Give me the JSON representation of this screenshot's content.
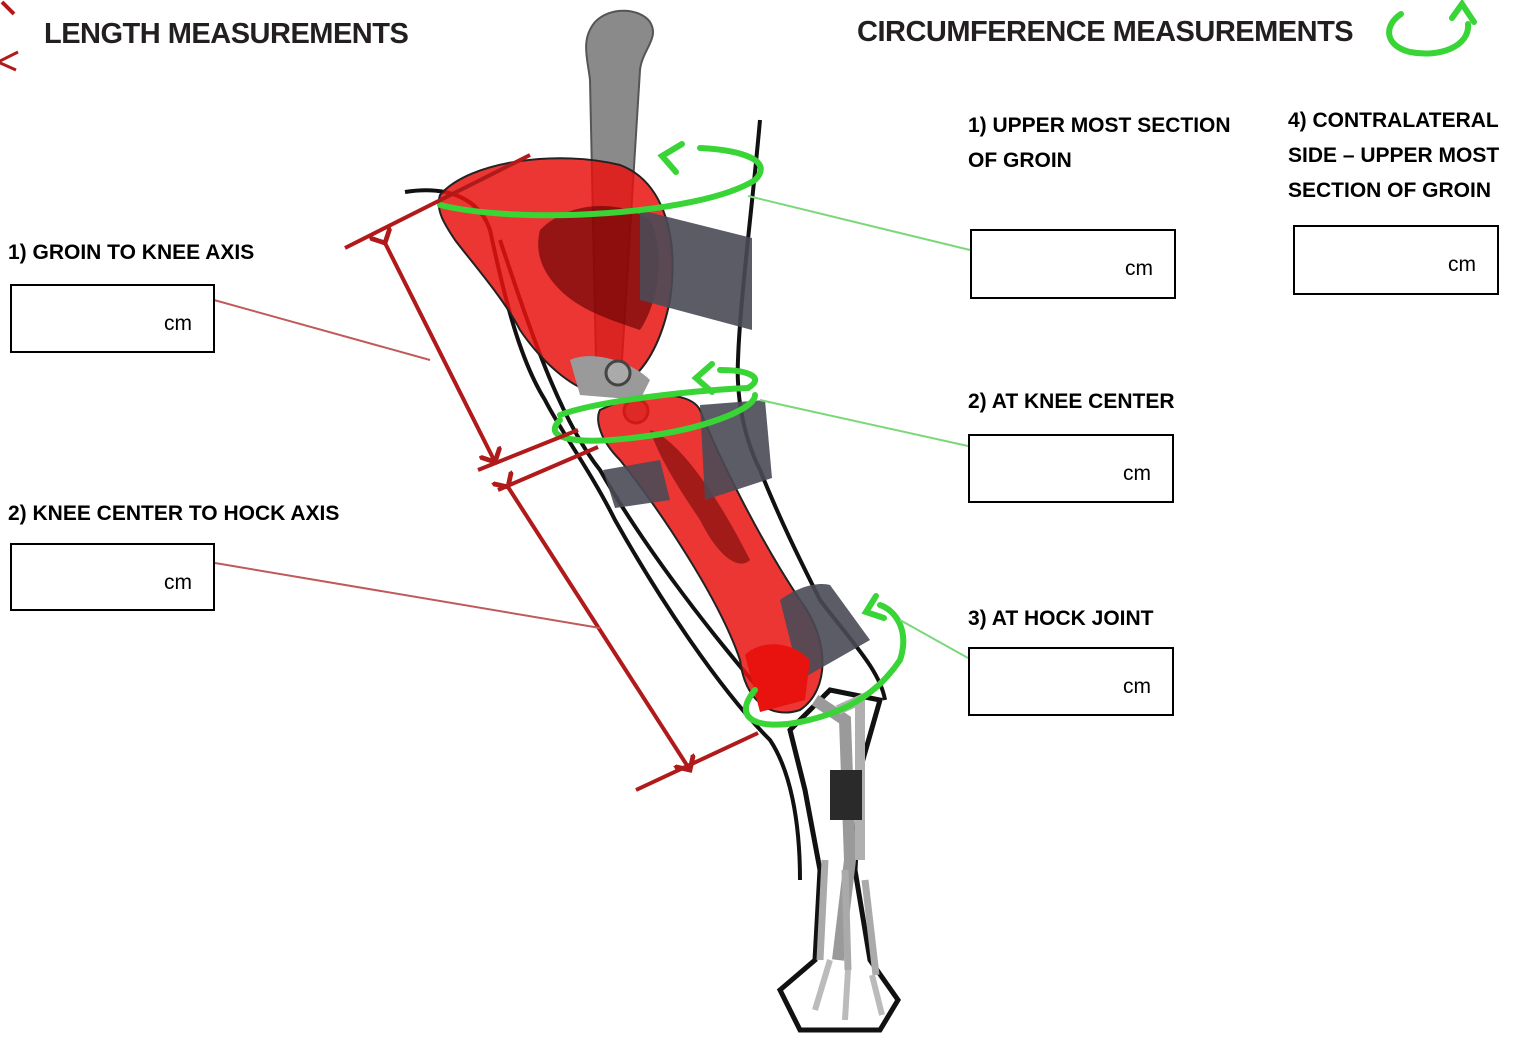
{
  "headings": {
    "length": "LENGTH MEASUREMENTS",
    "circumference": "CIRCUMFERENCE MEASUREMENTS"
  },
  "length_measurements": [
    {
      "label": "1) GROIN TO KNEE AXIS",
      "unit": "cm",
      "value": ""
    },
    {
      "label": "2) KNEE CENTER TO HOCK AXIS",
      "unit": "cm",
      "value": ""
    }
  ],
  "circumference_measurements": [
    {
      "label_lines": [
        "1) UPPER MOST SECTION",
        "OF GROIN"
      ],
      "unit": "cm",
      "value": ""
    },
    {
      "label_lines": [
        "2) AT KNEE CENTER"
      ],
      "unit": "cm",
      "value": ""
    },
    {
      "label_lines": [
        "3) AT HOCK JOINT"
      ],
      "unit": "cm",
      "value": ""
    },
    {
      "label_lines": [
        "4) CONTRALATERAL",
        "SIDE – UPPER MOST",
        "SECTION OF GROIN"
      ],
      "unit": "cm",
      "value": ""
    }
  ],
  "colors": {
    "length_arrow": "#b11a1a",
    "circumference_arrow": "#39d435",
    "brace_red": "#e8130f",
    "brace_pad": "#4a4a55",
    "bone": "#8a8a8a"
  },
  "icons": [
    "length-arrow-icon",
    "circular-arrow-icon"
  ]
}
